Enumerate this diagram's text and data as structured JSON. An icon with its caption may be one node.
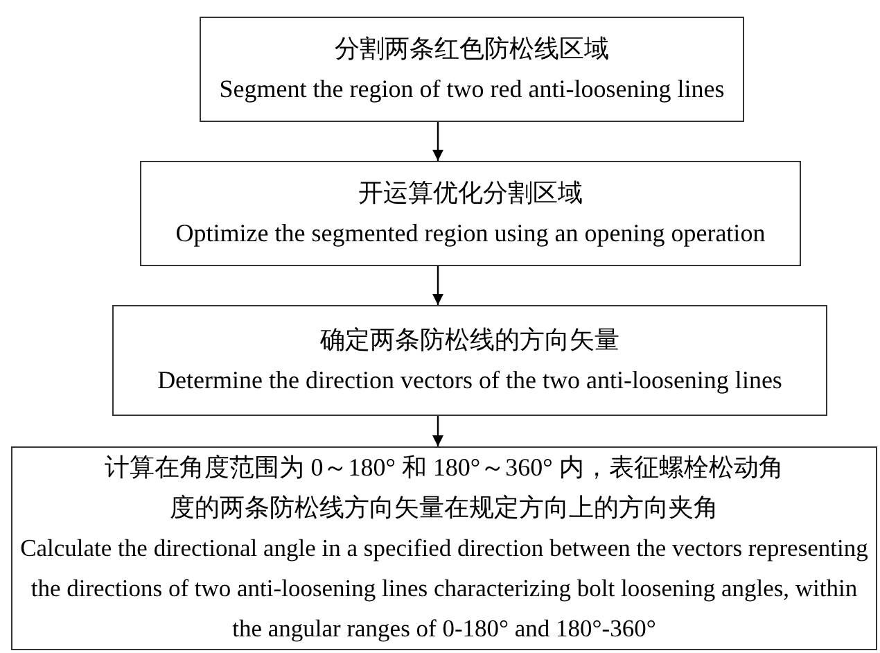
{
  "diagram": {
    "nodes": [
      {
        "text": [
          "分割两条红色防松线区域",
          "Segment the region of two red anti-loosening lines"
        ]
      },
      {
        "text": [
          "开运算优化分割区域",
          "Optimize the segmented region using an opening operation"
        ]
      },
      {
        "text": [
          "确定两条防松线的方向矢量",
          "Determine the direction vectors of the two anti-loosening lines"
        ]
      },
      {
        "text": [
          "计算在角度范围为 0～180° 和 180°～360° 内，表征螺栓松动角度的两条防松线方向矢量在规定方向上的方向夹角",
          "Calculate the directional angle in a specified direction between the vectors representing the directions of two anti-loosening lines characterizing bolt loosening angles, within the angular ranges of 0-180° and 180°-360°"
        ]
      }
    ],
    "edges": [
      {
        "from": 0,
        "to": 1,
        "arrow": "to"
      },
      {
        "from": 1,
        "to": 2,
        "arrow": "to"
      },
      {
        "from": 2,
        "to": 3,
        "arrow": "to"
      }
    ]
  }
}
